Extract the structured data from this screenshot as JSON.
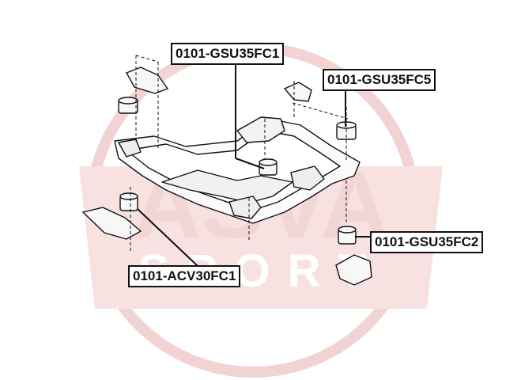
{
  "watermark": {
    "brand": "ASVA",
    "sub": "SPORT",
    "color": "#e8a4a4"
  },
  "labels": {
    "top_center": "0101-GSU35FC1",
    "top_right": "0101-GSU35FC5",
    "bottom_left": "0101-ACV30FC1",
    "bottom_right": "0101-GSU35FC2"
  },
  "colors": {
    "line": "#111111",
    "bushing_fill": "#f7f7f7",
    "frame_fill": "#fbfbfb"
  }
}
